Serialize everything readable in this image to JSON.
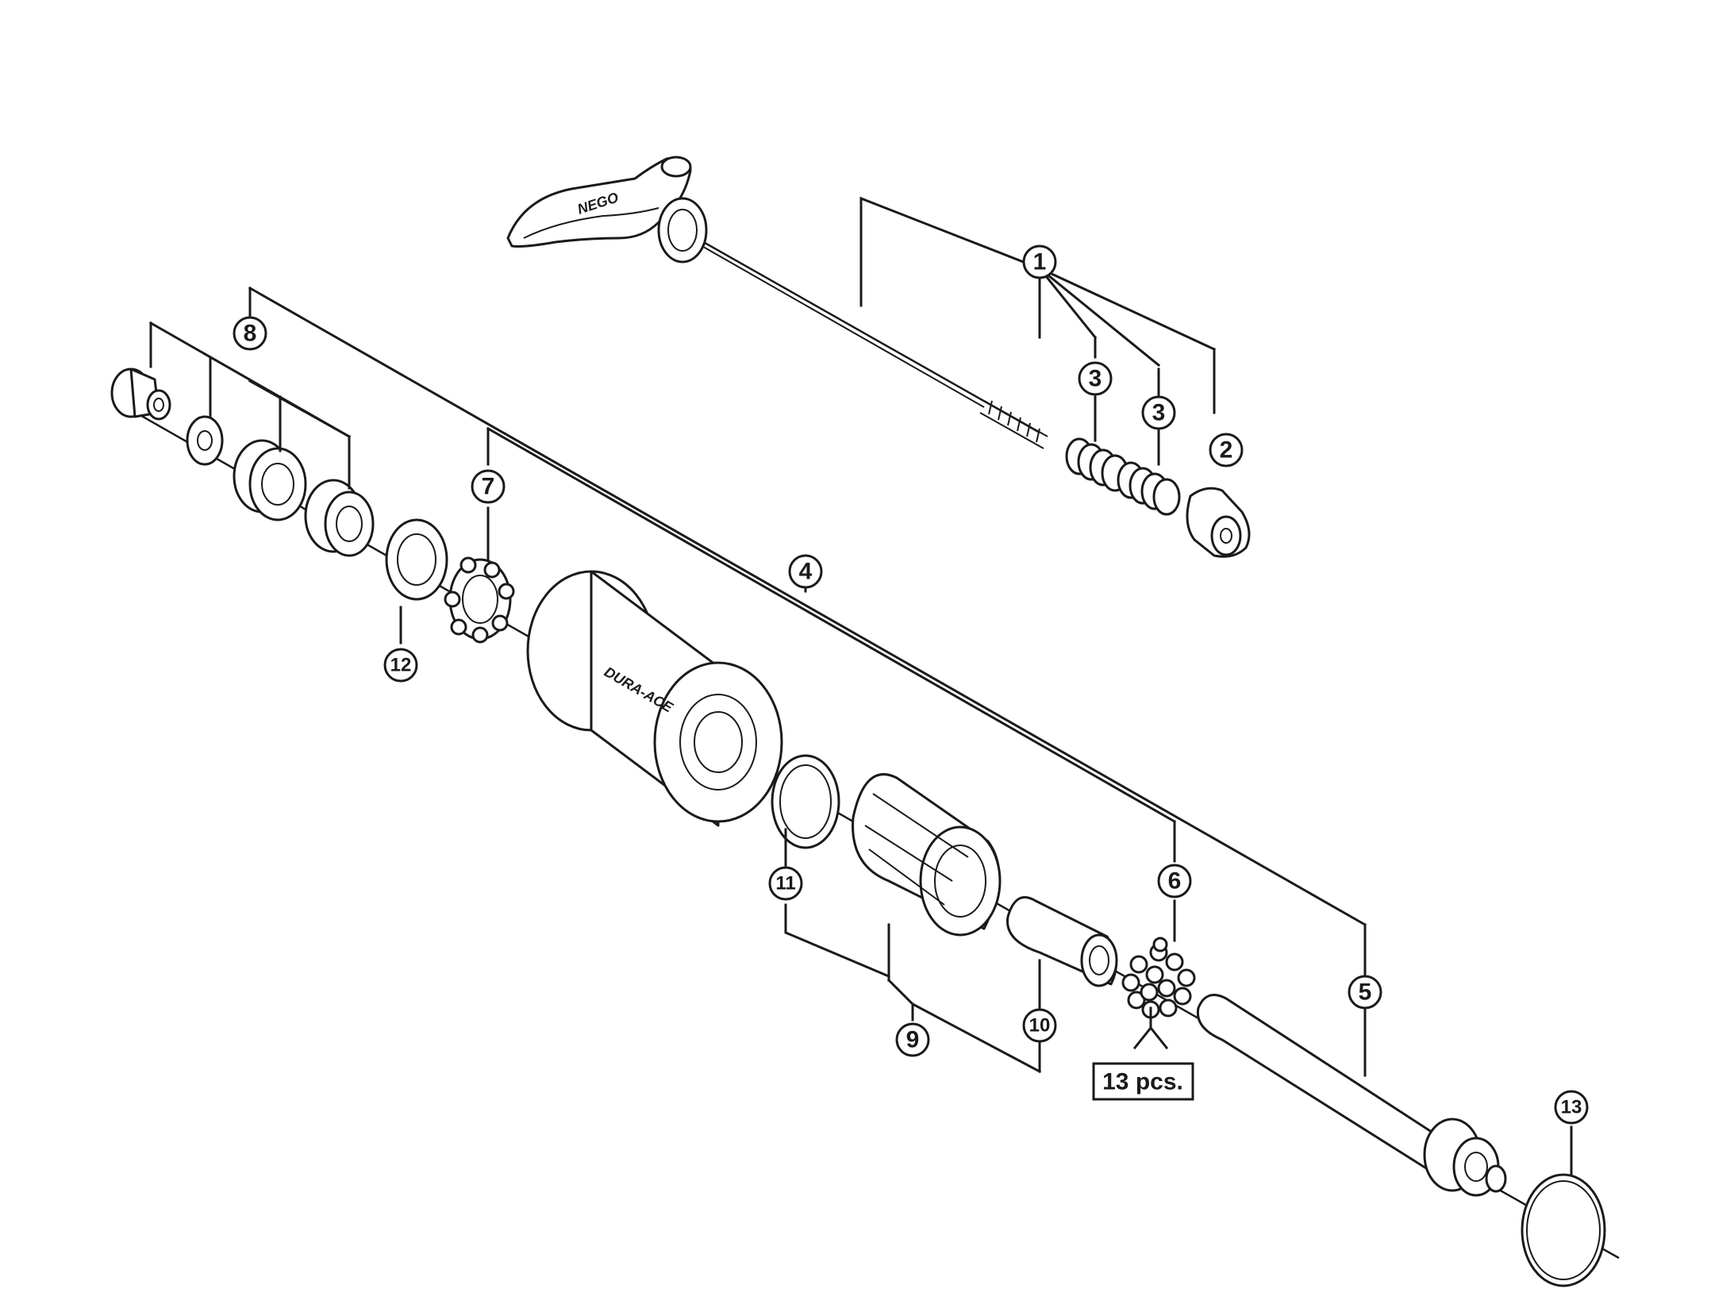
{
  "callouts": {
    "c1": "1",
    "c2": "2",
    "c3a": "3",
    "c3b": "3",
    "c4": "4",
    "c5": "5",
    "c6": "6",
    "c7": "7",
    "c8": "8",
    "c9": "9",
    "c10": "10",
    "c11": "11",
    "c12": "12",
    "c13": "13"
  },
  "quantity_note": "13 pcs.",
  "lever_mark": "NEGO",
  "hub_mark": "DURA-ACE",
  "colors": {
    "line": "#1a1a1a",
    "background": "#ffffff"
  }
}
